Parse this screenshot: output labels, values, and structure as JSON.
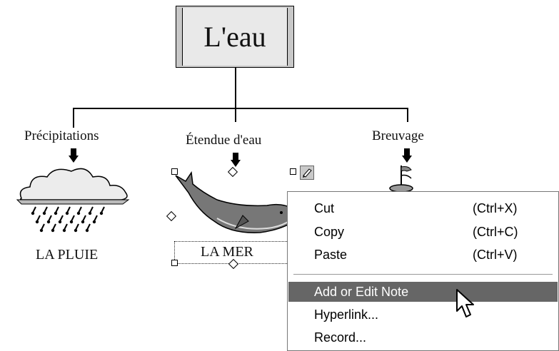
{
  "diagram": {
    "root": {
      "label": "L'eau"
    },
    "children": [
      {
        "label": "Précipitations",
        "picture": "rain-cloud",
        "caption": "LA PLUIE"
      },
      {
        "label": "Étendue d'eau",
        "picture": "whale",
        "caption": "LA MER"
      },
      {
        "label": "Breuvage",
        "picture": "drink-glass",
        "caption": ""
      }
    ],
    "note_button_icon": "note-pen-icon"
  },
  "context_menu": {
    "items": [
      {
        "label": "Cut",
        "shortcut": "(Ctrl+X)"
      },
      {
        "label": "Copy",
        "shortcut": "(Ctrl+C)"
      },
      {
        "label": "Paste",
        "shortcut": "(Ctrl+V)"
      },
      {
        "label": "Add or Edit Note",
        "shortcut": "",
        "highlighted": true
      },
      {
        "label": "Hyperlink...",
        "shortcut": ""
      },
      {
        "label": "Record...",
        "shortcut": ""
      }
    ],
    "highlight_color": "#666666"
  }
}
